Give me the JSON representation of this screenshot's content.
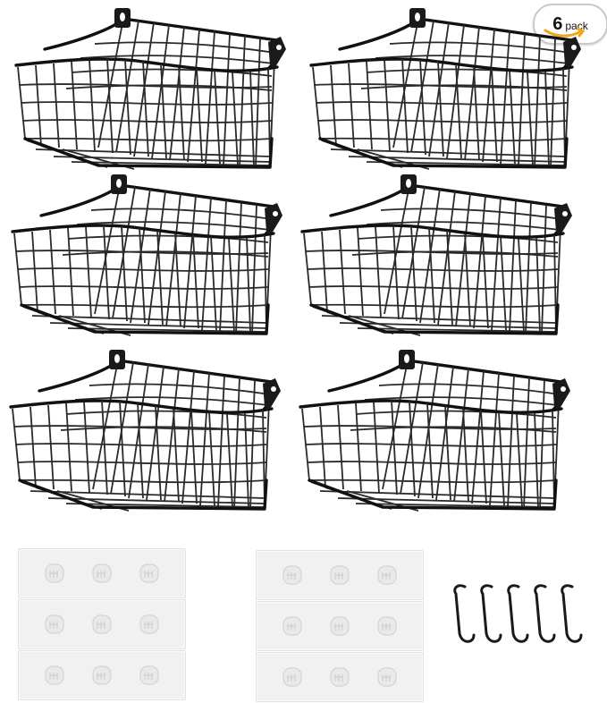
{
  "pack_badge": {
    "count": "6",
    "word": "pack",
    "accent_color": "#f4a41c"
  },
  "product": {
    "baskets": 6,
    "adhesive_strips": 6,
    "s_hooks": 5,
    "wire_color": "#1d1d1d",
    "strip_color": "#f1f1f1"
  },
  "icons": [
    "wire-basket-icon",
    "adhesive-strip-icon",
    "s-hook-icon",
    "amazon-smile-icon"
  ]
}
